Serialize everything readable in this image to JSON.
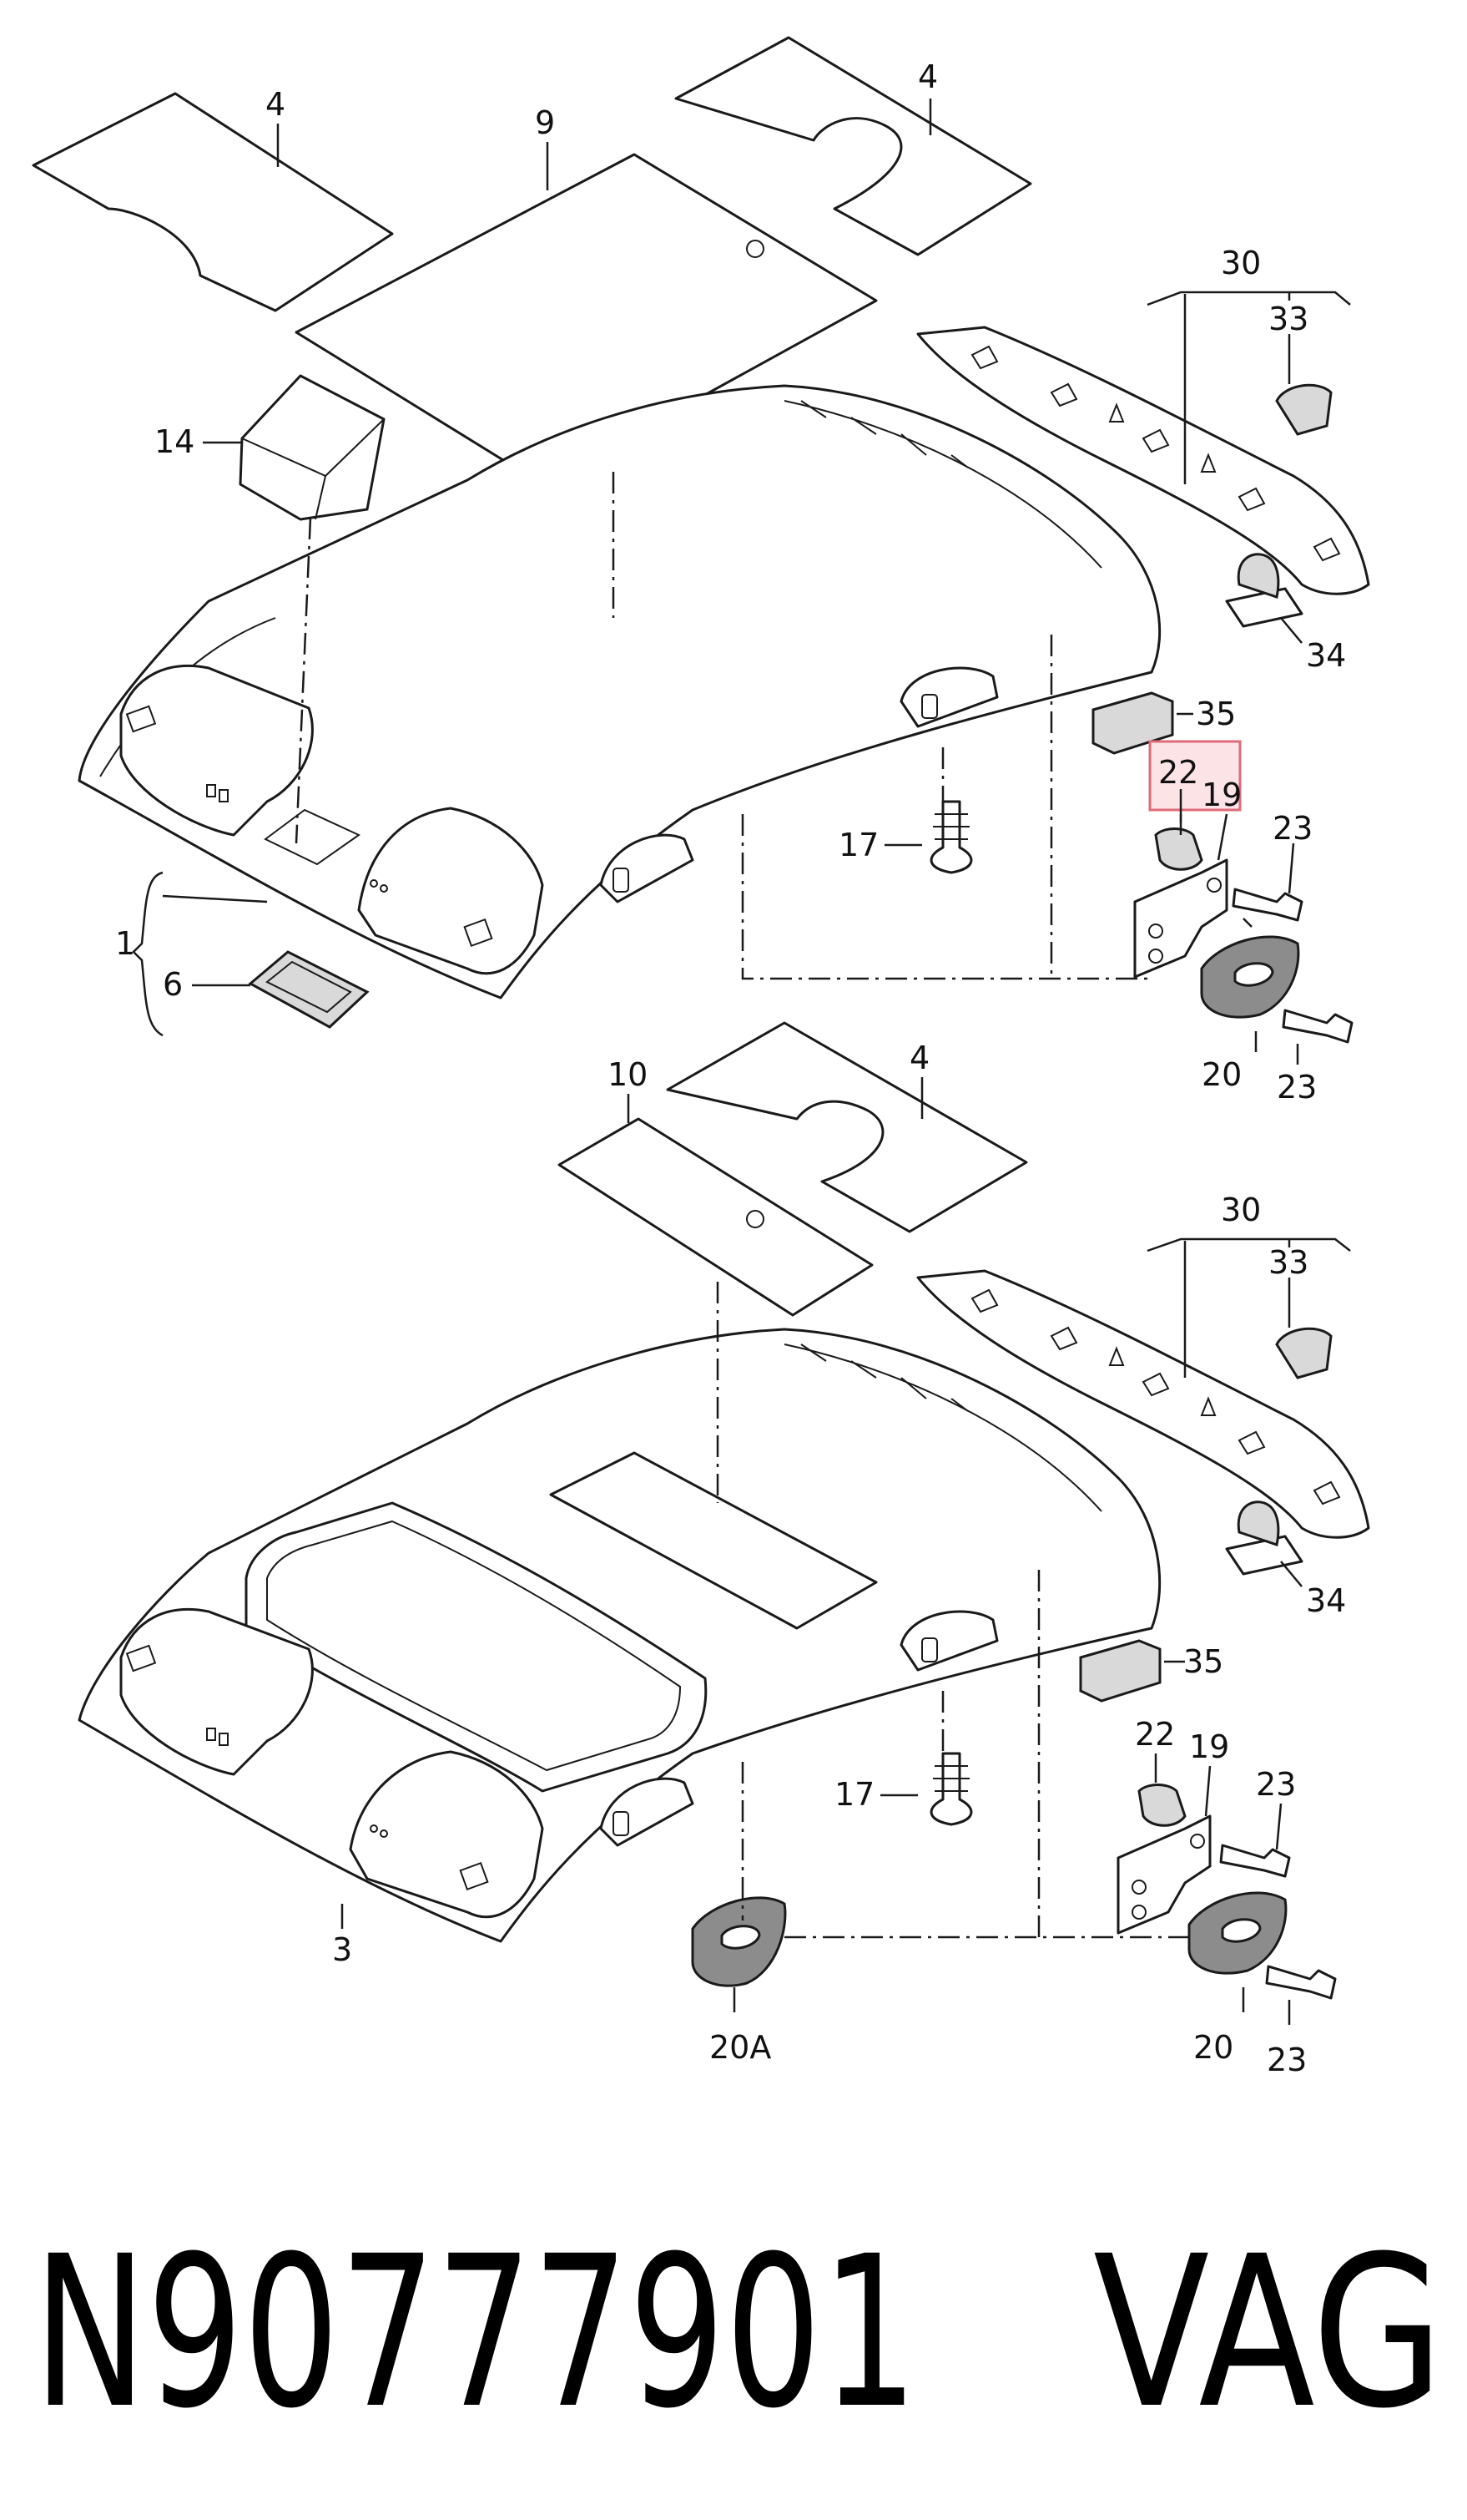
{
  "colors": {
    "line": "#1a1a1a",
    "highlight_fill": "#fbe3e6",
    "highlight_stroke": "#e06a78"
  },
  "labels": {
    "top_4_left": "4",
    "top_9": "9",
    "top_4_right": "4",
    "top_30": "30",
    "top_33": "33",
    "top_14": "14",
    "top_34": "34",
    "top_35": "35",
    "top_22": "22",
    "top_19": "19",
    "top_23a": "23",
    "top_17": "17",
    "top_1": "1",
    "top_6": "6",
    "top_20": "20",
    "top_23b": "23",
    "bot_10": "10",
    "bot_4": "4",
    "bot_30": "30",
    "bot_33": "33",
    "bot_34": "34",
    "bot_35": "35",
    "bot_22": "22",
    "bot_19": "19",
    "bot_23a": "23",
    "bot_17": "17",
    "bot_3": "3",
    "bot_20A": "20A",
    "bot_20": "20",
    "bot_23b": "23"
  },
  "highlighted_label": "22",
  "footer": {
    "part_number": "N90777901",
    "brand": "VAG"
  }
}
